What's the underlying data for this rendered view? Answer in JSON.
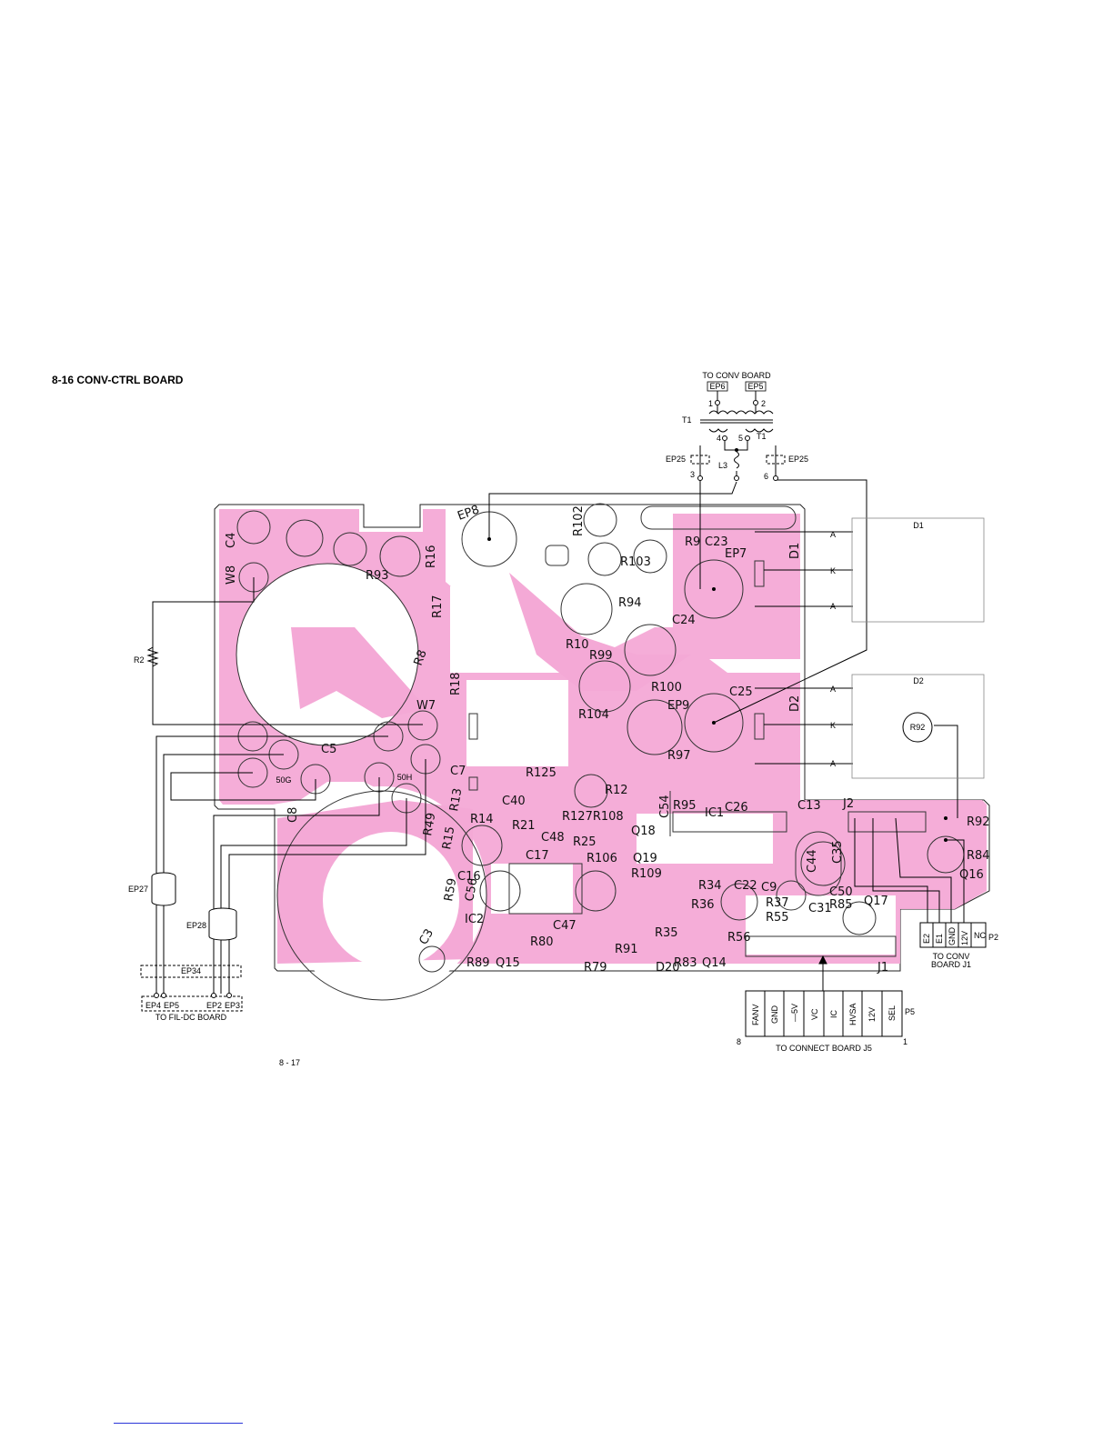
{
  "page": {
    "title": "8-16  CONV-CTRL BOARD",
    "page_number": "8 - 17"
  },
  "colors": {
    "copper": "#f4a9d6",
    "line": "#000000",
    "background": "#ffffff",
    "link": "#2a35d8"
  },
  "top_connector": {
    "caption": "TO CONV BOARD",
    "pads": [
      "EP6",
      "EP5"
    ],
    "pins": [
      "1",
      "2",
      "4",
      "5",
      "3",
      "6"
    ],
    "transformer": "T1",
    "inductor": "L3",
    "jumpers": [
      "EP25",
      "EP25"
    ]
  },
  "diodes": {
    "d1": {
      "name": "D1",
      "pins": [
        "A",
        "K",
        "A"
      ]
    },
    "d2": {
      "name": "D2",
      "pins": [
        "A",
        "K",
        "A"
      ],
      "resistor": "R92"
    }
  },
  "left_side": {
    "resistor": "R2",
    "cores": [
      "EP27",
      "EP28"
    ],
    "jumper": "EP34",
    "terminals": [
      "EP4",
      "EP5",
      "EP2",
      "EP3"
    ],
    "caption": "TO FIL-DC BOARD"
  },
  "p2_connector": {
    "name": "P2",
    "pins": [
      "E2",
      "E1",
      "GND",
      "12V",
      "NC"
    ],
    "caption_line1": "TO CONV",
    "caption_line2": "BOARD J1"
  },
  "p5_connector": {
    "name": "P5",
    "pins": [
      "FANV",
      "GND",
      "—5V",
      "VC",
      "IC",
      "HVSA",
      "12V",
      "SEL"
    ],
    "pin_first": "8",
    "pin_last": "1",
    "caption": "TO CONNECT BOARD J5"
  },
  "board": {
    "pad_labels": [
      "50G",
      "50H"
    ],
    "components": [
      "EP8",
      "R102",
      "R16",
      "R93",
      "C4",
      "W8",
      "R17",
      "R18",
      "W7",
      "C5",
      "C7",
      "R13",
      "R49",
      "C40",
      "R127",
      "R108",
      "R14",
      "R21",
      "C48",
      "R15",
      "C17",
      "R25",
      "Q18",
      "R106",
      "Q19",
      "C16",
      "IC2",
      "R89",
      "Q15",
      "C47",
      "R80",
      "C56",
      "R109",
      "R79",
      "R91",
      "D20",
      "R83",
      "Q14",
      "R35",
      "R56",
      "R34",
      "C22",
      "C9",
      "R37",
      "R55",
      "R36",
      "C31",
      "R85",
      "Q17",
      "C44",
      "C50",
      "C35",
      "IC1",
      "C26",
      "C13",
      "R95",
      "C54",
      "J2",
      "R92",
      "R84",
      "Q16",
      "J1",
      "R103",
      "R94",
      "R10",
      "R99",
      "R100",
      "R104",
      "R97",
      "R12",
      "R125",
      "C24",
      "C23",
      "R9",
      "EP7",
      "D1",
      "C25",
      "EP9",
      "D2",
      "C8",
      "C3"
    ]
  }
}
